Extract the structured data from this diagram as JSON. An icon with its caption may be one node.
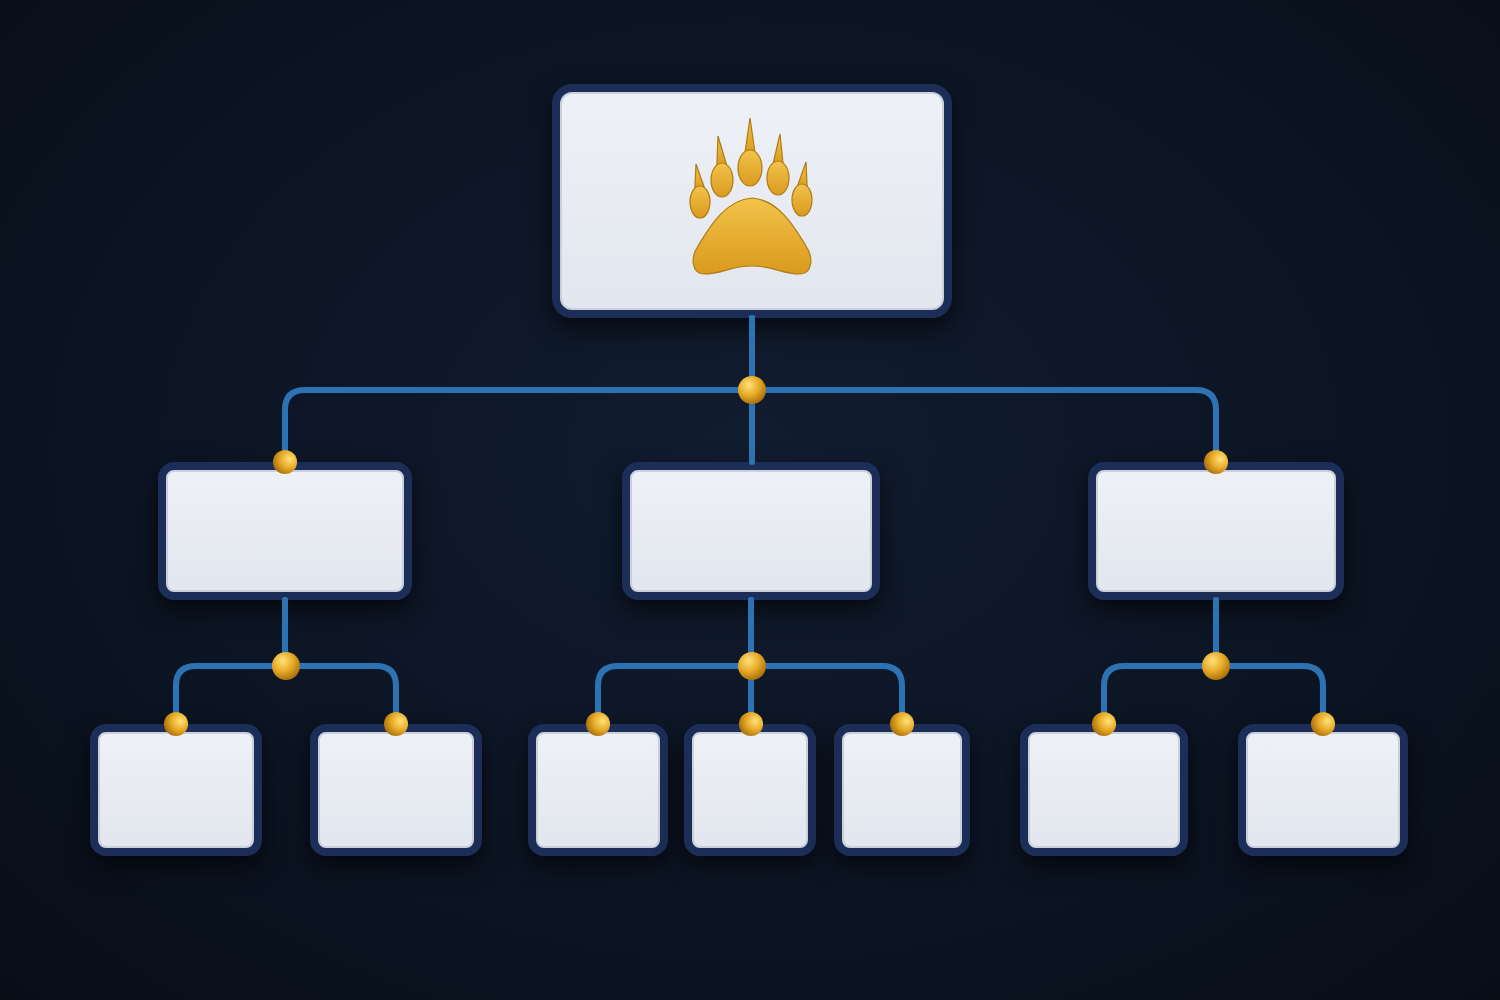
{
  "diagram": {
    "nodes": [
      {
        "text": [],
        "shape": "picture"
      },
      {
        "text": [],
        "shape": "box"
      },
      {
        "text": [],
        "shape": "box"
      },
      {
        "text": [],
        "shape": "box"
      },
      {
        "text": [],
        "shape": "box"
      },
      {
        "text": [],
        "shape": "box"
      },
      {
        "text": [],
        "shape": "box"
      },
      {
        "text": [],
        "shape": "box"
      },
      {
        "text": [],
        "shape": "box"
      },
      {
        "text": [],
        "shape": "box"
      },
      {
        "text": [],
        "shape": "box"
      }
    ],
    "edges": [
      {
        "from": 0,
        "to": 1,
        "arrow": "other"
      },
      {
        "from": 0,
        "to": 2,
        "arrow": "none"
      },
      {
        "from": 0,
        "to": 3,
        "arrow": "other"
      },
      {
        "from": 1,
        "to": 4,
        "arrow": "other"
      },
      {
        "from": 1,
        "to": 5,
        "arrow": "other"
      },
      {
        "from": 2,
        "to": 6,
        "arrow": "other"
      },
      {
        "from": 2,
        "to": 7,
        "arrow": "other"
      },
      {
        "from": 2,
        "to": 8,
        "arrow": "other"
      },
      {
        "from": 3,
        "to": 9,
        "arrow": "other"
      },
      {
        "from": 3,
        "to": 10,
        "arrow": "other"
      }
    ]
  }
}
